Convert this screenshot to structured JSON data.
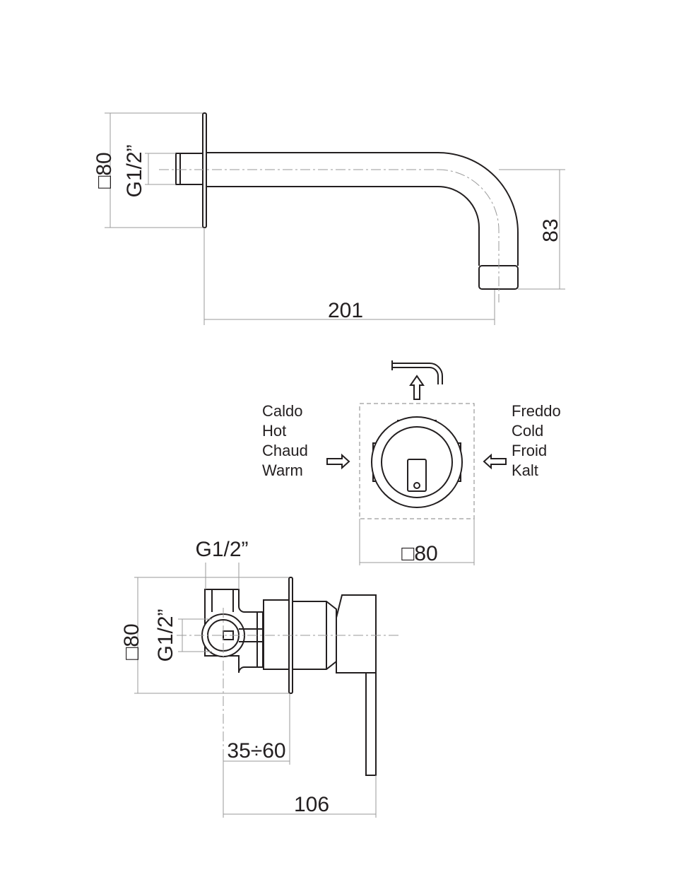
{
  "spout_view": {
    "dim_height": "□80",
    "dim_thread": "G1/2”",
    "dim_drop": "83",
    "dim_length": "201"
  },
  "front_view": {
    "hot_labels": [
      "Caldo",
      "Hot",
      "Chaud",
      "Warm"
    ],
    "cold_labels": [
      "Freddo",
      "Cold",
      "Froid",
      "Kalt"
    ],
    "dim_plate": "□80"
  },
  "mixer_side_view": {
    "dim_thread_top": "G1/2”",
    "dim_height": "□80",
    "dim_thread_side": "G1/2”",
    "dim_wall_depth": "35÷60",
    "dim_length": "106"
  },
  "colors": {
    "line": "#231f20",
    "dimension": "#9a9a9a"
  }
}
